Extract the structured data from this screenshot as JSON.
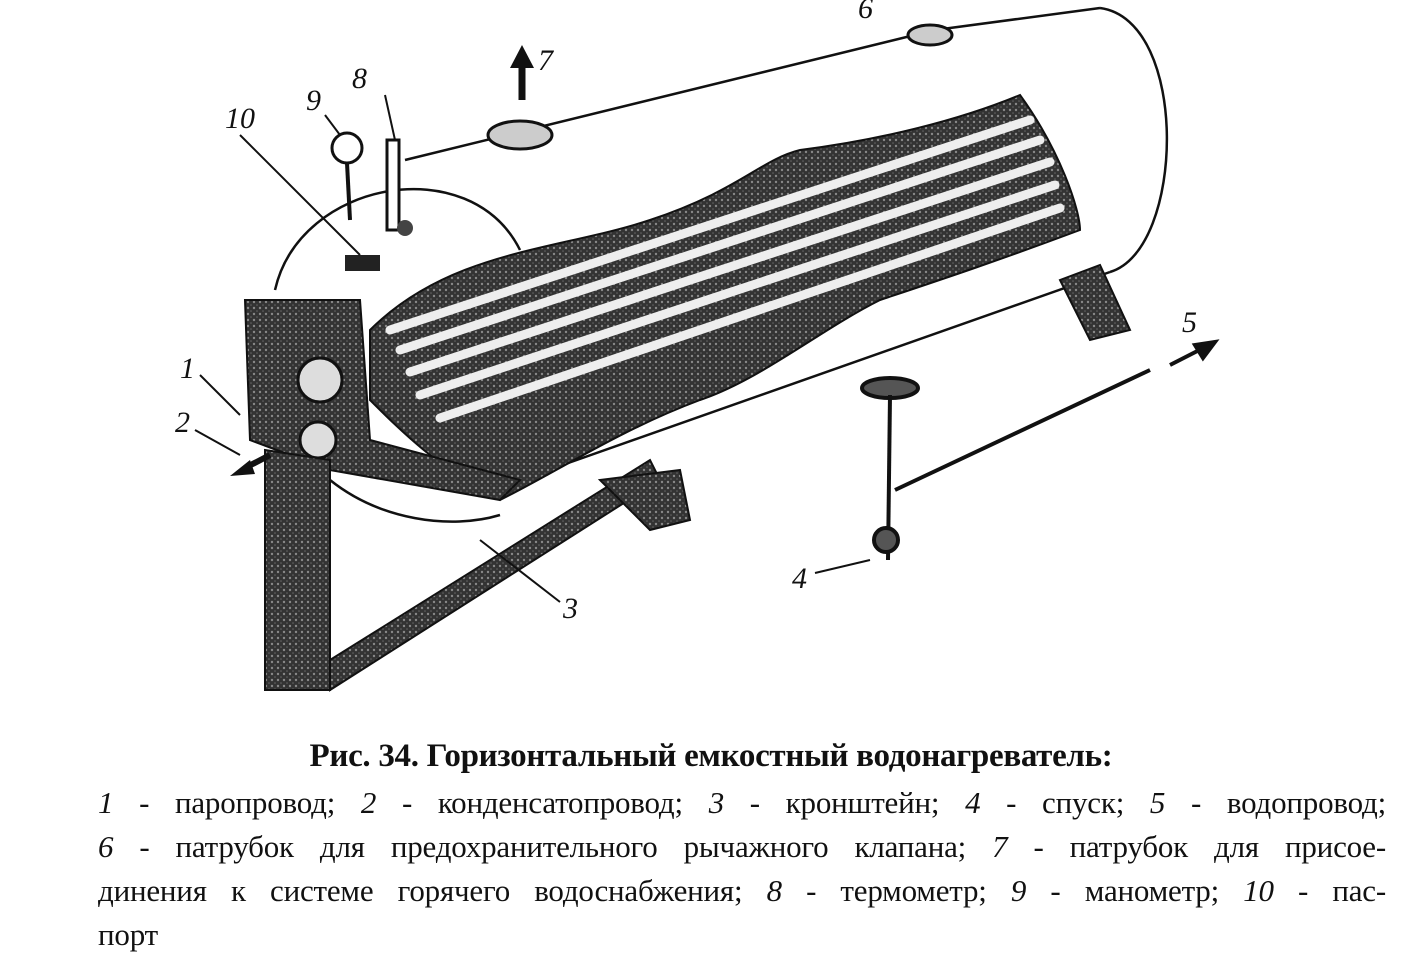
{
  "figure": {
    "labels": [
      "1",
      "2",
      "3",
      "4",
      "5",
      "6",
      "7",
      "8",
      "9",
      "10"
    ]
  },
  "caption": {
    "title": "Рис. 34. Горизонтальный емкостный водонагреватель:",
    "lines": [
      [
        {
          "n": "1",
          "t": " - паропровод; "
        },
        {
          "n": "2",
          "t": " - конденсатопровод; "
        },
        {
          "n": "3",
          "t": " - кронштейн; "
        },
        {
          "n": "4",
          "t": " - спуск; "
        },
        {
          "n": "5",
          "t": " - водопровод;"
        }
      ],
      [
        {
          "n": "6",
          "t": " - патрубок для предохранительного рычажного клапана; "
        },
        {
          "n": "7",
          "t": " - патрубок для присое-"
        }
      ],
      [
        {
          "n": "",
          "t": "динения к системе горячего водоснабжения; "
        },
        {
          "n": "8",
          "t": " - термометр; "
        },
        {
          "n": "9",
          "t": " - манометр; "
        },
        {
          "n": "10",
          "t": " - пас-"
        }
      ],
      [
        {
          "n": "",
          "t": "порт"
        }
      ]
    ]
  }
}
